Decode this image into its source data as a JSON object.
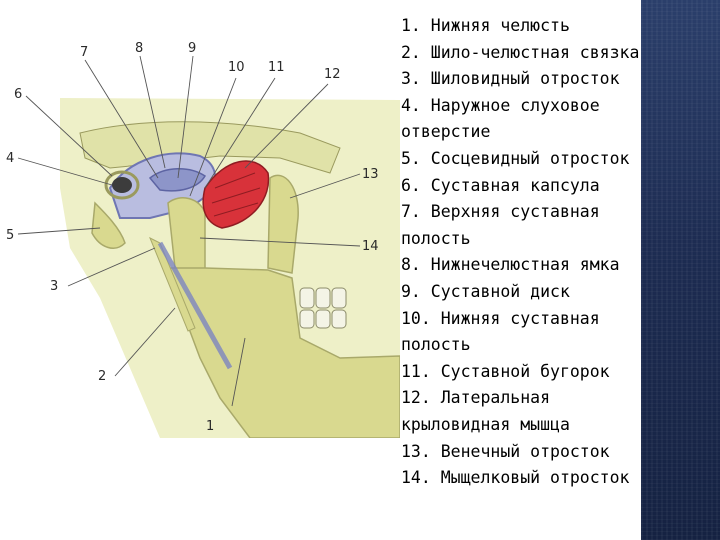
{
  "legend": [
    {
      "lines": [
        "1. Нижняя челюсть"
      ]
    },
    {
      "lines": [
        "2. Шило-челюстная связка"
      ]
    },
    {
      "lines": [
        "3. Шиловидный отросток"
      ]
    },
    {
      "lines": [
        "4. Наружное слуховое",
        "отверстие"
      ]
    },
    {
      "lines": [
        "5. Сосцевидный отросток"
      ]
    },
    {
      "lines": [
        "6. Суставная капсула"
      ]
    },
    {
      "lines": [
        "7. Верхняя суставная",
        "полость"
      ]
    },
    {
      "lines": [
        "8. Нижнечелюстная ямка"
      ]
    },
    {
      "lines": [
        "9. Суставной диск"
      ]
    },
    {
      "lines": [
        "10. Нижняя суставная",
        "полость"
      ]
    },
    {
      "lines": [
        "11. Суставной бугорок"
      ]
    },
    {
      "lines": [
        "12. Латеральная",
        "крыловидная мышца"
      ]
    },
    {
      "lines": [
        "13. Венечный отросток"
      ]
    },
    {
      "lines": [
        "14. Мыщелковый отросток"
      ]
    }
  ],
  "figure": {
    "numbers": [
      "1",
      "2",
      "3",
      "4",
      "5",
      "6",
      "7",
      "8",
      "9",
      "10",
      "11",
      "12",
      "13",
      "14"
    ],
    "colors": {
      "bone": "#d9d98f",
      "bone_shadow": "#a9a96a",
      "capsule": "#8d95c9",
      "muscle": "#d8323a",
      "background_tissue": "#eef0c8"
    }
  }
}
